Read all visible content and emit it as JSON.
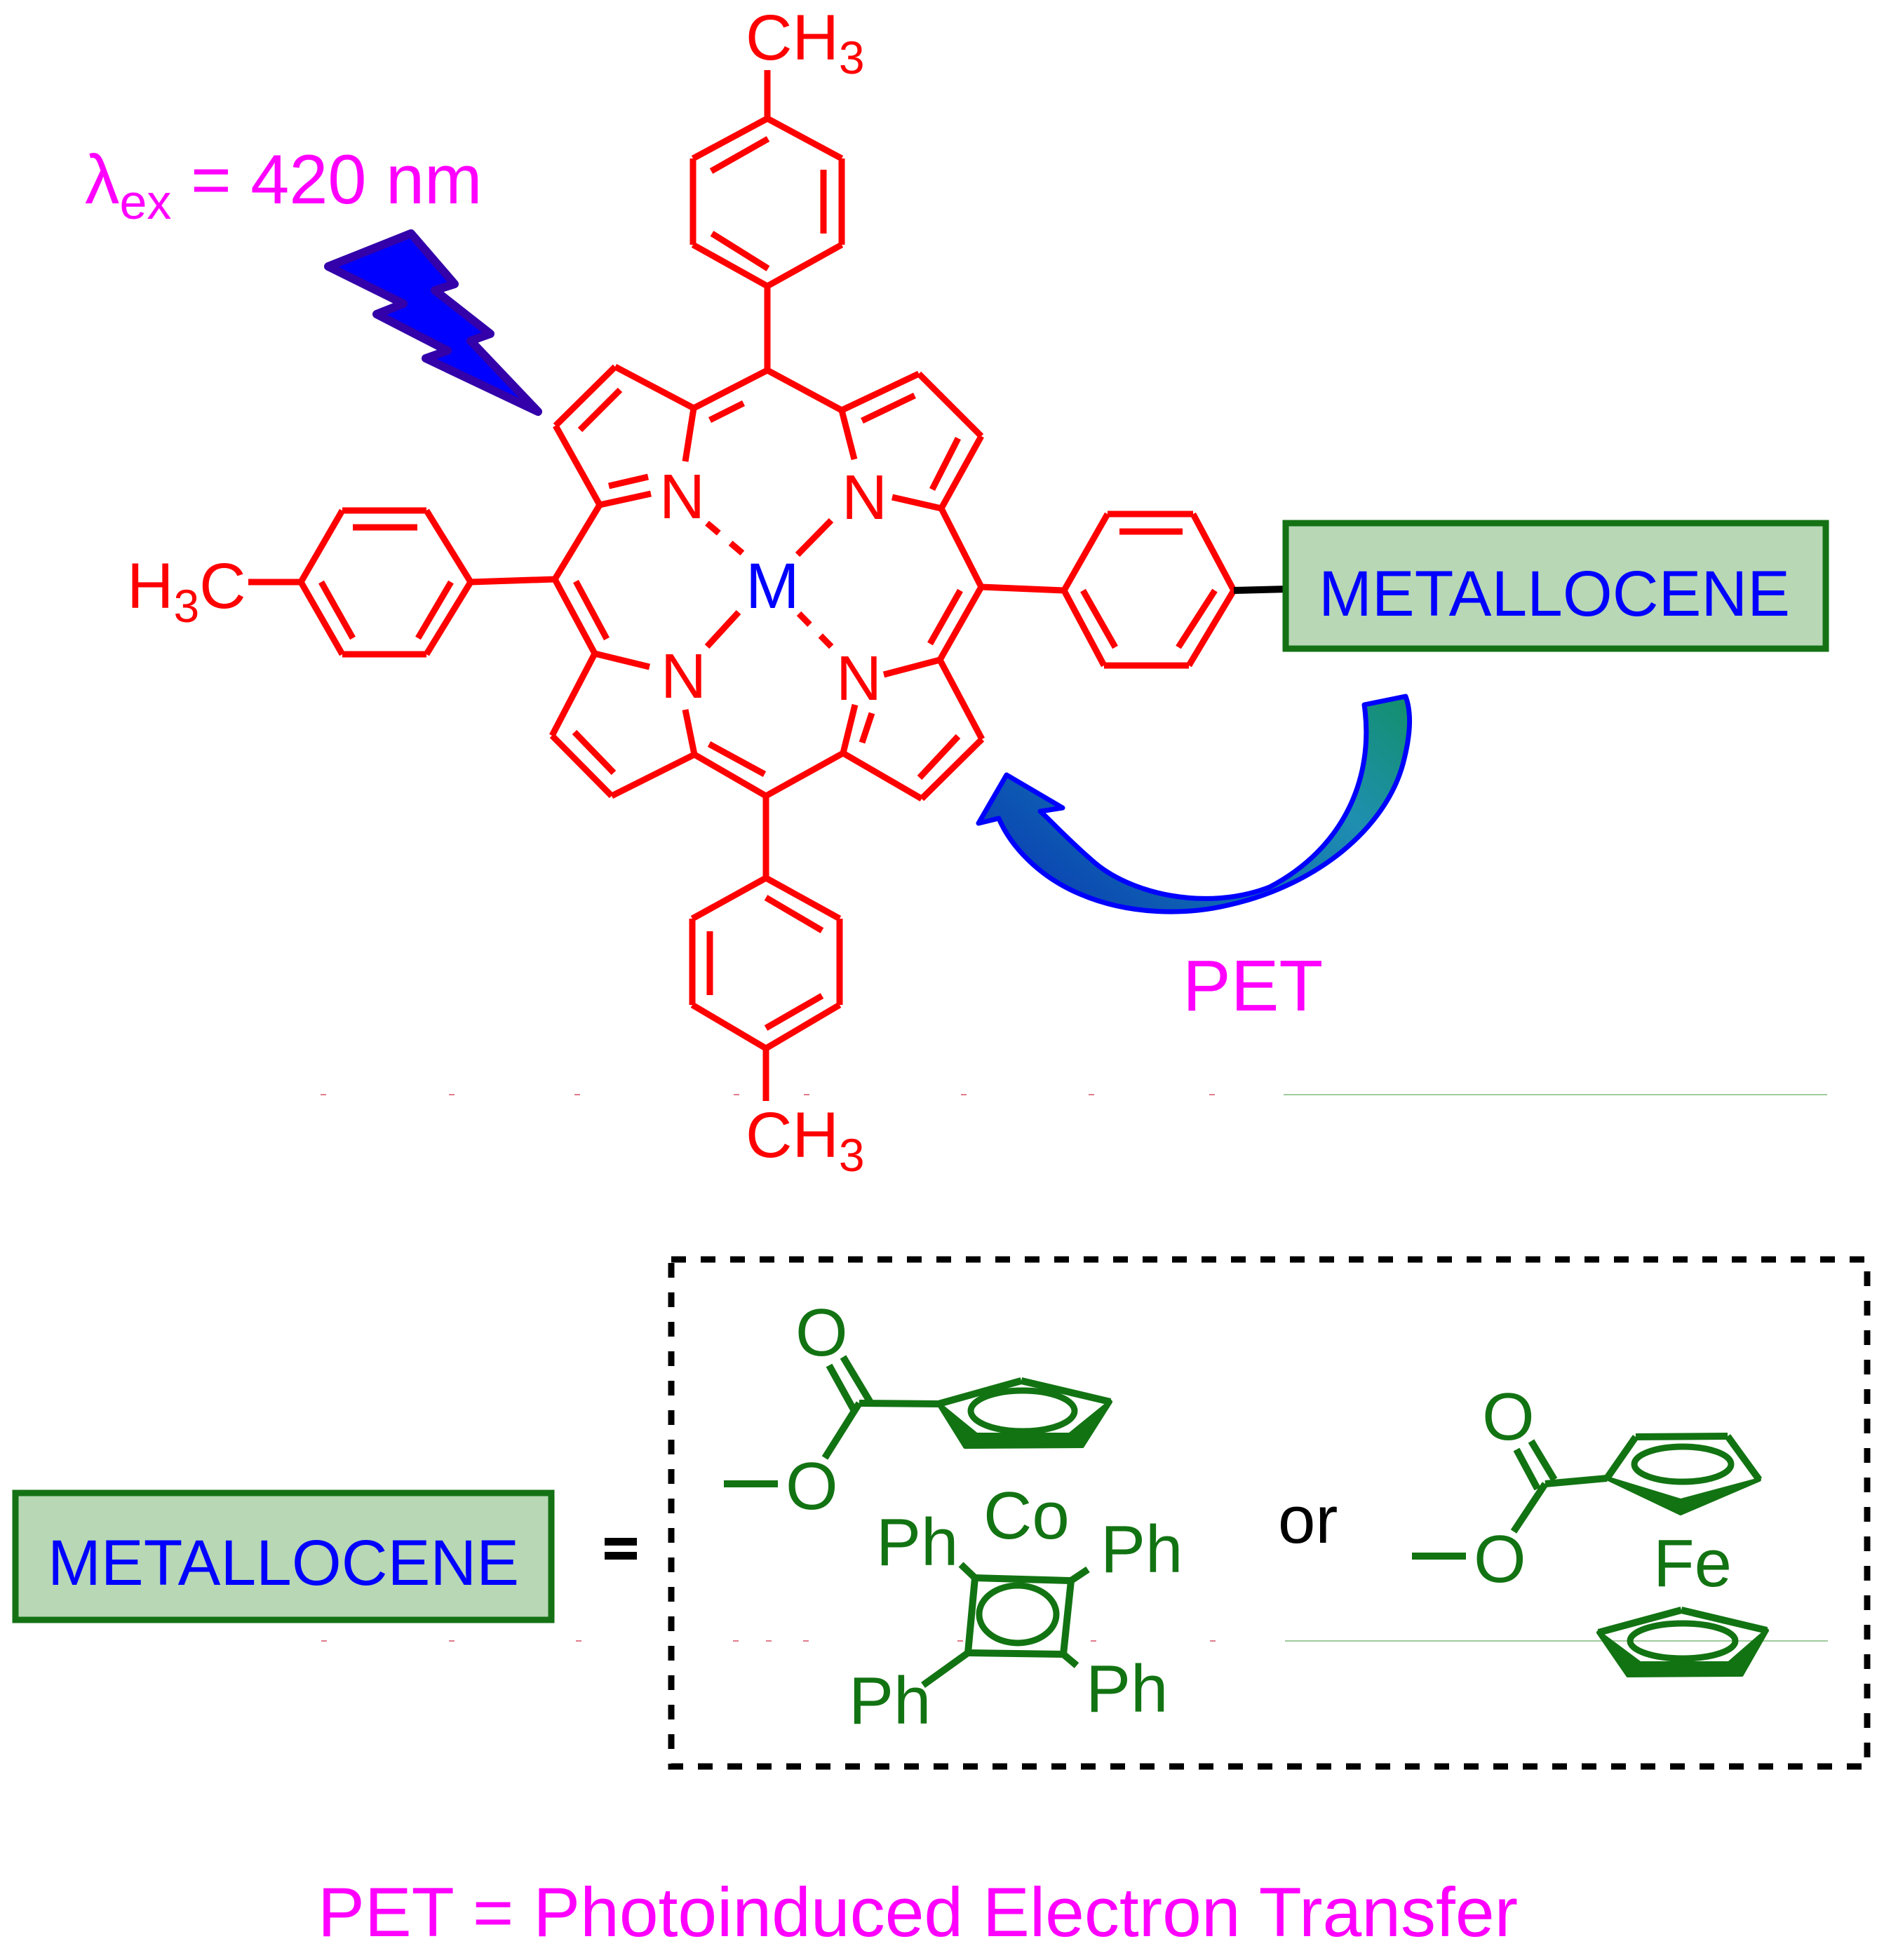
{
  "figure": {
    "excitation_label": {
      "symbol": "λ",
      "subscript": "ex",
      "value_text": " = 420 nm"
    },
    "porphyrin": {
      "top_methyl": {
        "main": "CH",
        "sub": "3"
      },
      "bottom_methyl": {
        "main": "CH",
        "sub": "3"
      },
      "left_methyl": {
        "pre": "H",
        "sub": "3",
        "post": "C"
      },
      "nitrogen_labels": [
        "N",
        "N",
        "N",
        "N"
      ],
      "metal_label": "M"
    },
    "metallocene_box_top": "METALLOCENE",
    "pet_arrow_label": "PET",
    "definition": {
      "box_label": "METALLOCENE",
      "equals": "=",
      "or_label": "or",
      "cobalt_complex": {
        "carbonyl_o": "O",
        "ester_o": "O",
        "metal": "Co",
        "substituents": [
          "Ph",
          "Ph",
          "Ph",
          "Ph"
        ]
      },
      "iron_complex": {
        "carbonyl_o": "O",
        "ester_o": "O",
        "metal": "Fe"
      }
    },
    "footnote": "PET = Photoinduced Electron Transfer",
    "colors": {
      "porphyrin": "#ff0000",
      "metal_center": "#0000ff",
      "annotation": "#ff00ff",
      "metallocene": "#127312",
      "box_fill": "#b7d7b5",
      "box_border": "#147214",
      "light_bolt": "#0000ff",
      "arrow_start": "#138f6b",
      "arrow_end": "#0b47b3"
    }
  }
}
